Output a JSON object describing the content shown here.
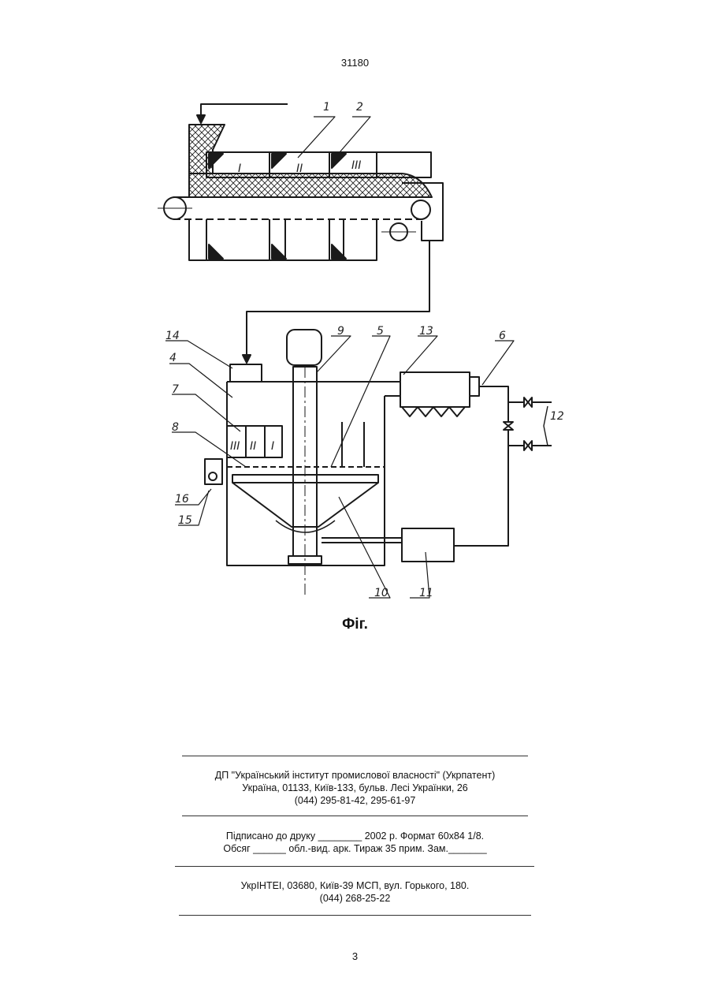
{
  "header": {
    "doc_number": "31180"
  },
  "figure": {
    "caption": "Фіг.",
    "callouts": [
      "1",
      "2",
      "14",
      "4",
      "7",
      "8",
      "16",
      "15",
      "9",
      "5",
      "13",
      "6",
      "12",
      "10",
      "11"
    ],
    "section_marks": [
      "I",
      "II",
      "III",
      "III",
      "II",
      "I"
    ]
  },
  "footer": {
    "org_line1": "ДП \"Український інститут промислової власності\" (Укрпатент)",
    "org_line2": "Україна, 01133, Київ-133, бульв. Лесі Українки, 26",
    "org_line3": "(044) 295-81-42, 295-61-97",
    "print_line1": "Підписано до друку ________ 2002 р.    Формат 60х84 1/8.",
    "print_line2": "Обсяг ______ обл.-вид. арк.   Тираж 35 прим.    Зам._______",
    "publisher_line1": "УкрІНТЕІ, 03680, Київ-39 МСП, вул. Горького, 180.",
    "publisher_line2": "(044) 268-25-22"
  },
  "page_number": "3"
}
